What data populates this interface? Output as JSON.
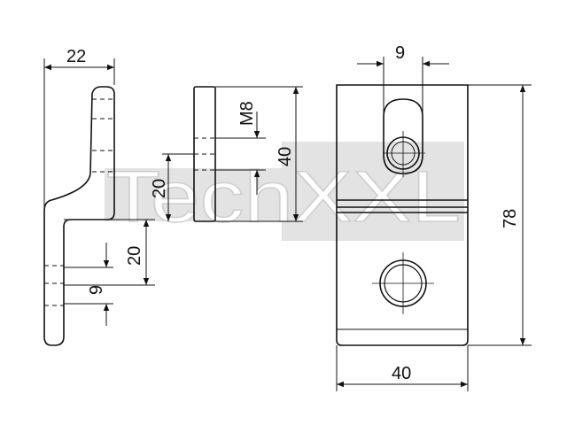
{
  "watermark": {
    "text": "TechXXL",
    "color": "#c8c8c8"
  },
  "colors": {
    "line": "#111111",
    "shade": "#dcdcdc"
  },
  "dimensions": {
    "side_width": "22",
    "slot_width": "9",
    "plate_height": "78",
    "plate_width": "40",
    "thread": "M8",
    "bar_height": "40",
    "bar_lower": "20",
    "foot_offset": "20",
    "foot_hole": "9"
  }
}
